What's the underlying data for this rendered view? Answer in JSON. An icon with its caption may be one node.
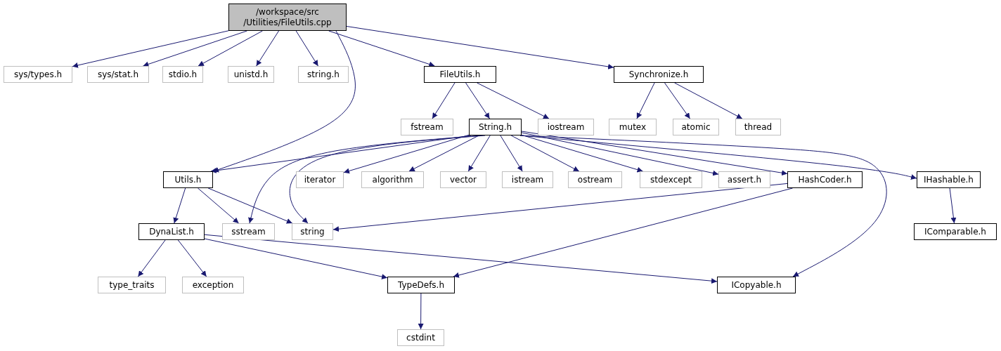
{
  "diagram": {
    "nodes": [
      {
        "text": [
          "/workspace/src /Utilities/FileUtils.cpp"
        ]
      },
      {
        "text": [
          "sys/types.h"
        ]
      },
      {
        "text": [
          "sys/stat.h"
        ]
      },
      {
        "text": [
          "stdio.h"
        ]
      },
      {
        "text": [
          "unistd.h"
        ]
      },
      {
        "text": [
          "string.h"
        ]
      },
      {
        "text": [
          "FileUtils.h"
        ]
      },
      {
        "text": [
          "Synchronize.h"
        ]
      },
      {
        "text": [
          "fstream"
        ]
      },
      {
        "text": [
          "String.h"
        ]
      },
      {
        "text": [
          "iostream"
        ]
      },
      {
        "text": [
          "mutex"
        ]
      },
      {
        "text": [
          "atomic"
        ]
      },
      {
        "text": [
          "thread"
        ]
      },
      {
        "text": [
          "Utils.h"
        ]
      },
      {
        "text": [
          "iterator"
        ]
      },
      {
        "text": [
          "algorithm"
        ]
      },
      {
        "text": [
          "vector"
        ]
      },
      {
        "text": [
          "istream"
        ]
      },
      {
        "text": [
          "ostream"
        ]
      },
      {
        "text": [
          "stdexcept"
        ]
      },
      {
        "text": [
          "assert.h"
        ]
      },
      {
        "text": [
          "HashCoder.h"
        ]
      },
      {
        "text": [
          "IHashable.h"
        ]
      },
      {
        "text": [
          "DynaList.h"
        ]
      },
      {
        "text": [
          "sstream"
        ]
      },
      {
        "text": [
          "string"
        ]
      },
      {
        "text": [
          "IComparable.h"
        ]
      },
      {
        "text": [
          "type_traits"
        ]
      },
      {
        "text": [
          "exception"
        ]
      },
      {
        "text": [
          "TypeDefs.h"
        ]
      },
      {
        "text": [
          "ICopyable.h"
        ]
      },
      {
        "text": [
          "cstdint"
        ]
      }
    ],
    "edges": [
      {
        "from": 0,
        "to": 1,
        "arrow": "to"
      },
      {
        "from": 0,
        "to": 2,
        "arrow": "to"
      },
      {
        "from": 0,
        "to": 3,
        "arrow": "to"
      },
      {
        "from": 0,
        "to": 4,
        "arrow": "to"
      },
      {
        "from": 0,
        "to": 5,
        "arrow": "to"
      },
      {
        "from": 0,
        "to": 14,
        "arrow": "to"
      },
      {
        "from": 0,
        "to": 6,
        "arrow": "to"
      },
      {
        "from": 0,
        "to": 7,
        "arrow": "to"
      },
      {
        "from": 6,
        "to": 8,
        "arrow": "to"
      },
      {
        "from": 6,
        "to": 9,
        "arrow": "to"
      },
      {
        "from": 6,
        "to": 10,
        "arrow": "to"
      },
      {
        "from": 7,
        "to": 11,
        "arrow": "to"
      },
      {
        "from": 7,
        "to": 12,
        "arrow": "to"
      },
      {
        "from": 7,
        "to": 13,
        "arrow": "to"
      },
      {
        "from": 9,
        "to": 14,
        "arrow": "to"
      },
      {
        "from": 9,
        "to": 25,
        "arrow": "to"
      },
      {
        "from": 9,
        "to": 26,
        "arrow": "to"
      },
      {
        "from": 9,
        "to": 15,
        "arrow": "to"
      },
      {
        "from": 9,
        "to": 16,
        "arrow": "to"
      },
      {
        "from": 9,
        "to": 17,
        "arrow": "to"
      },
      {
        "from": 9,
        "to": 18,
        "arrow": "to"
      },
      {
        "from": 9,
        "to": 19,
        "arrow": "to"
      },
      {
        "from": 9,
        "to": 20,
        "arrow": "to"
      },
      {
        "from": 9,
        "to": 21,
        "arrow": "to"
      },
      {
        "from": 9,
        "to": 22,
        "arrow": "to"
      },
      {
        "from": 9,
        "to": 23,
        "arrow": "to"
      },
      {
        "from": 9,
        "to": 31,
        "arrow": "to"
      },
      {
        "from": 14,
        "to": 24,
        "arrow": "to"
      },
      {
        "from": 14,
        "to": 25,
        "arrow": "to"
      },
      {
        "from": 14,
        "to": 26,
        "arrow": "to"
      },
      {
        "from": 22,
        "to": 26,
        "arrow": "to"
      },
      {
        "from": 22,
        "to": 30,
        "arrow": "to"
      },
      {
        "from": 23,
        "to": 27,
        "arrow": "to"
      },
      {
        "from": 24,
        "to": 28,
        "arrow": "to"
      },
      {
        "from": 24,
        "to": 29,
        "arrow": "to"
      },
      {
        "from": 24,
        "to": 30,
        "arrow": "to"
      },
      {
        "from": 24,
        "to": 31,
        "arrow": "to"
      },
      {
        "from": 30,
        "to": 32,
        "arrow": "to"
      }
    ]
  }
}
